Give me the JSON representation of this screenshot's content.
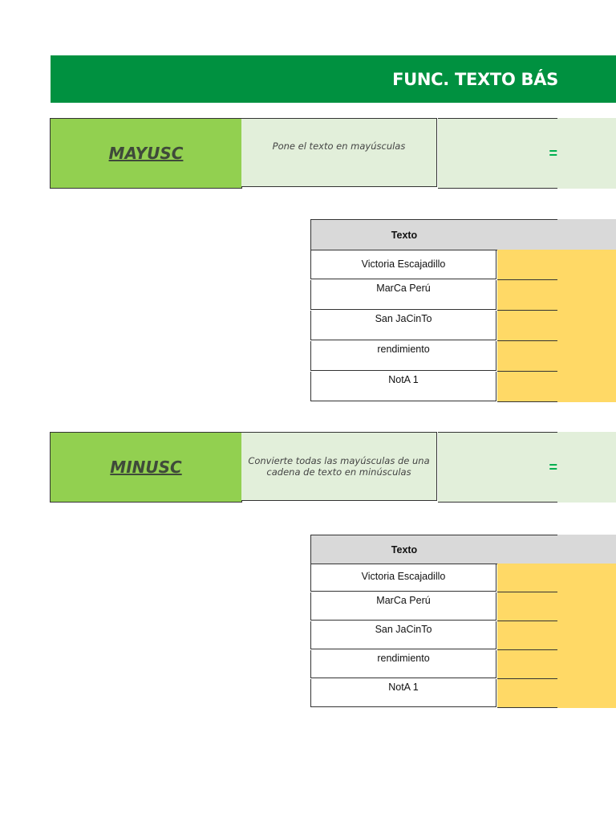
{
  "header": {
    "title": "FUNC. TEXTO BÁS"
  },
  "sections": [
    {
      "function_name": "MAYUSC",
      "description": "Pone el texto en mayúsculas",
      "equals_sign": "=",
      "table": {
        "header": "Texto",
        "rows": [
          "Victoria Escajadillo",
          "MarCa Perú",
          "San JaCinTo",
          "rendimiento",
          "NotA 1"
        ]
      }
    },
    {
      "function_name": "MINUSC",
      "description": "Convierte todas las mayúsculas de una cadena de texto en minúsculas",
      "equals_sign": "=",
      "table": {
        "header": "Texto",
        "rows": [
          "Victoria Escajadillo",
          "MarCa Perú",
          "San JaCinTo",
          "rendimiento",
          "NotA 1"
        ]
      }
    }
  ],
  "colors": {
    "banner": "#009140",
    "function_cell": "#92d050",
    "description_cell": "#e2efda",
    "equals_sign": "#00b050",
    "result_cell": "#ffd966",
    "table_header": "#d9d9d9"
  }
}
